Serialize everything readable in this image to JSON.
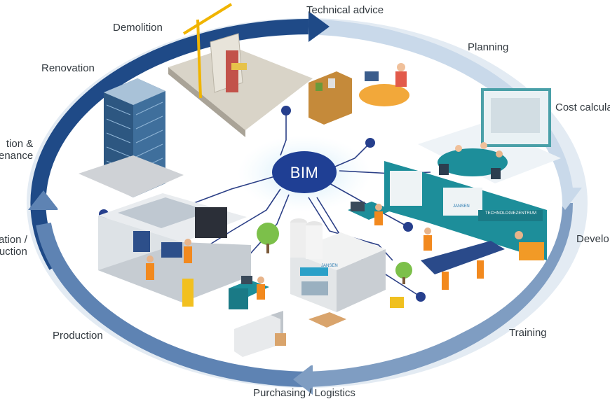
{
  "center": {
    "label": "BIM"
  },
  "phases": {
    "technical_advice": "Technical advice",
    "planning": "Planning",
    "cost_calculation": "Cost calcula",
    "development": "Develo",
    "training": "Training",
    "purchasing_logistics": "Purchasing / Logistics",
    "production": "Production",
    "installation_construction": "ation /\nuction",
    "operation_maintenance": "tion &\nenance",
    "renovation": "Renovation",
    "demolition": "Demolition"
  },
  "signage": {
    "factory_brand": "JANSEN",
    "showroom_sign": "TECHNOLOGIEZENTRUM",
    "showroom_brand": "JANSEN"
  },
  "colors": {
    "ring_dark": "#1f4a87",
    "ring_mid": "#6f90b8",
    "ring_light": "#c9d9ea",
    "bim_core": "#1f3f94",
    "node": "#263f8d",
    "platform": "#ffffff"
  }
}
